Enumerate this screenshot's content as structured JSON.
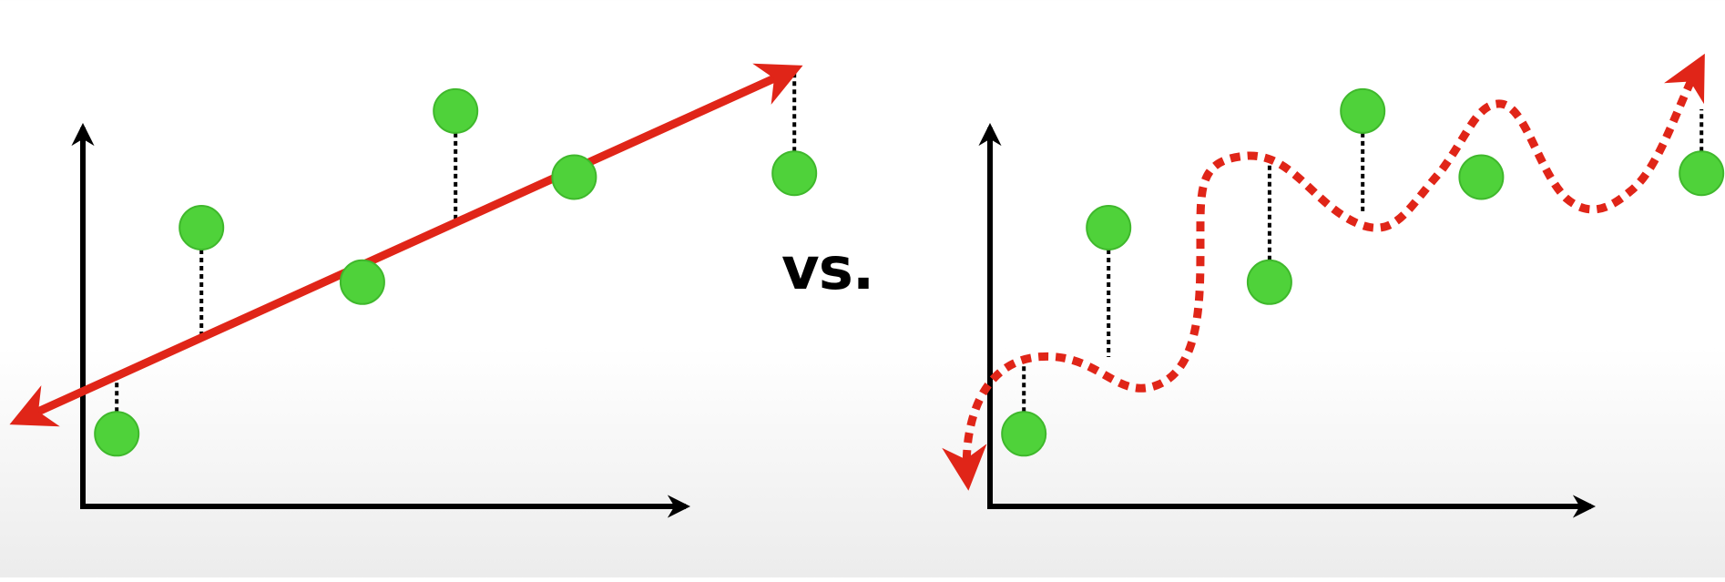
{
  "comparison_label": "vs.",
  "colors": {
    "axis": "#000000",
    "fit": "#e02518",
    "point_fill": "#4fd23a",
    "point_stroke": "#3fb82c",
    "residual": "#000000"
  },
  "chart_data": [
    {
      "type": "scatter",
      "title": "",
      "xlabel": "",
      "ylabel": "",
      "fit": "straight-line",
      "points": [
        {
          "x": 1,
          "y": 1
        },
        {
          "x": 2,
          "y": 6.3
        },
        {
          "x": 3.9,
          "y": 4.9
        },
        {
          "x": 5,
          "y": 9.3
        },
        {
          "x": 6.4,
          "y": 7.6
        },
        {
          "x": 9,
          "y": 7.7
        }
      ]
    },
    {
      "type": "scatter",
      "title": "",
      "xlabel": "",
      "ylabel": "",
      "fit": "wavy-overfit-curve",
      "points": [
        {
          "x": 1,
          "y": 1
        },
        {
          "x": 2,
          "y": 6.3
        },
        {
          "x": 3.9,
          "y": 4.9
        },
        {
          "x": 5,
          "y": 9.3
        },
        {
          "x": 6.4,
          "y": 7.6
        },
        {
          "x": 9,
          "y": 7.7
        }
      ]
    }
  ]
}
